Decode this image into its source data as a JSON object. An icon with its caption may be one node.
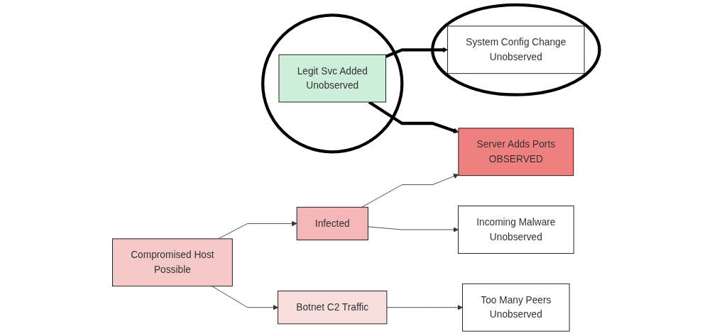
{
  "diagram": {
    "nodes": [
      {
        "text": [
          "Infected"
        ]
      },
      {
        "text": [
          "Server Adds Ports",
          "OBSERVED"
        ]
      },
      {
        "text": [
          "Compromised Host",
          "Possible"
        ]
      },
      {
        "text": [
          "Botnet C2 Traffic"
        ]
      },
      {
        "text": [
          "Incoming Malware",
          "Unobserved"
        ]
      },
      {
        "text": [],
        "shape": "ellipse"
      },
      {
        "text": [
          "Legit Svc Added",
          "Unobserved"
        ],
        "in": 5
      },
      {
        "text": [
          "Too Many Peers",
          "Unobserved"
        ]
      },
      {
        "text": [],
        "shape": "ellipse"
      },
      {
        "text": [
          "System Config Change",
          "Unobserved"
        ],
        "in": 8
      }
    ],
    "edges": [
      {
        "from": 2,
        "to": 0,
        "arrow": "to"
      },
      {
        "from": 2,
        "to": 3,
        "arrow": "to"
      },
      {
        "from": 0,
        "to": 1,
        "arrow": "to"
      },
      {
        "from": 0,
        "to": 4,
        "arrow": "to"
      },
      {
        "from": 3,
        "to": 7,
        "arrow": "to"
      },
      {
        "from": 6,
        "to": 1,
        "arrow": "to",
        "style": "thick"
      },
      {
        "from": 6,
        "to": 9,
        "arrow": "to",
        "style": "thick"
      }
    ]
  }
}
